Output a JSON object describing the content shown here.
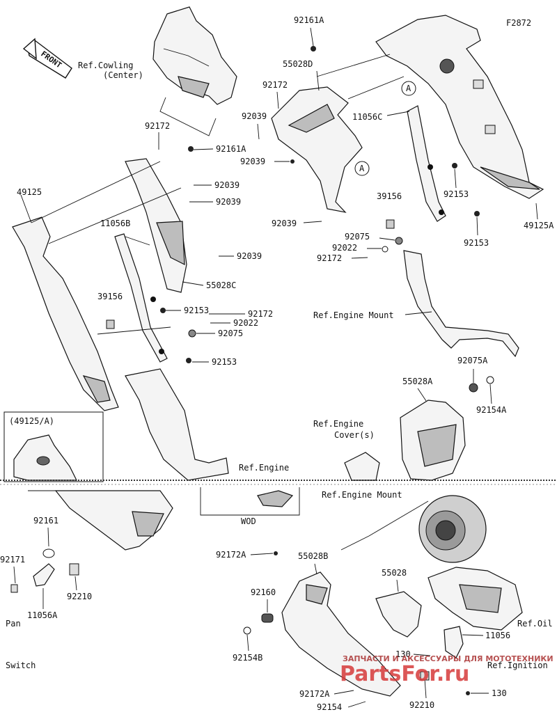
{
  "figure_code": "F2872",
  "front_label": "FRONT",
  "ref_labels": {
    "cowling_center_1": "Ref.Cowling",
    "cowling_center_2": "(Center)",
    "engine_mount_top": "Ref.Engine Mount",
    "engine_covers_1": "Ref.Engine",
    "engine_covers_2": "Cover(s)",
    "engine_mid": "Ref.Engine",
    "engine_mount_mid": "Ref.Engine Mount",
    "oil": "Ref.Oil",
    "ignition": "Ref.Ignition",
    "pan": "Pan",
    "switch": "Switch"
  },
  "inset_label": "(49125/A)",
  "wod_label": "WOD",
  "callouts_A": [
    "A",
    "A"
  ],
  "parts": {
    "p92161A_top": "92161A",
    "p55028D": "55028D",
    "p92172_top": "92172",
    "p11056C": "11056C",
    "p92039_a": "92039",
    "p92039_b": "92039",
    "p92039_c": "92039",
    "p92172_left": "92172",
    "p92161A_left": "92161A",
    "p92039_d": "92039",
    "p92039_e": "92039",
    "p92039_f": "92039",
    "p49125": "49125",
    "p11056B": "11056B",
    "p55028C": "55028C",
    "p39156_left": "39156",
    "p92153_l1": "92153",
    "p92172_l": "92172",
    "p92022_l": "92022",
    "p92075_l": "92075",
    "p92153_l2": "92153",
    "p39156_right": "39156",
    "p92153_r1": "92153",
    "p92153_r2": "92153",
    "p49125A": "49125A",
    "p92075_r": "92075",
    "p92022_r": "92022",
    "p92172_r": "92172",
    "p92075A": "92075A",
    "p55028A": "55028A",
    "p92154A": "92154A",
    "p92161": "92161",
    "p92171": "92171",
    "p92210_l": "92210",
    "p11056A": "11056A",
    "p92172A_top": "92172A",
    "p55028B": "55028B",
    "p55028": "55028",
    "p92160": "92160",
    "p92154B": "92154B",
    "p11056": "11056",
    "p130_a": "130",
    "p130_b": "130",
    "p92172A_bot": "92172A",
    "p92154": "92154",
    "p92210_r": "92210"
  },
  "watermark": {
    "small": "ЗАПЧАСТИ И АКСЕССУАРЫ ДЛЯ МОТОТЕХНИКИ",
    "big": "PartsFor.ru",
    "color": "#d63a3a"
  }
}
